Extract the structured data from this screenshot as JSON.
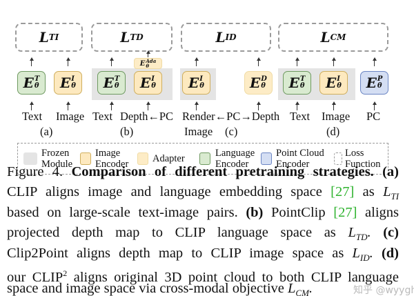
{
  "losses": {
    "a": "L",
    "a_sub": "TI",
    "b": "L",
    "b_sub": "TD",
    "c": "L",
    "c_sub": "ID",
    "d": "L",
    "d_sub": "CM"
  },
  "encoders": {
    "symbol": "E",
    "theta": "θ",
    "T": "T",
    "I": "I",
    "D": "D",
    "P": "P",
    "ada": "Ada"
  },
  "inputs": {
    "text": "Text",
    "image": "Image",
    "depth_pc": "Depth←PC",
    "render": "Render←PC→Depth",
    "render_image": "Image",
    "pc": "PC"
  },
  "panel_labels": [
    "(a)",
    "(b)",
    "(c)",
    "(d)"
  ],
  "legend": [
    {
      "l1": "Frozen",
      "l2": "Module",
      "color": "#e4e4e4"
    },
    {
      "l1": "Image",
      "l2": "Encoder",
      "color": "#fde9bf"
    },
    {
      "l1": "Adapter",
      "l2": "",
      "color": "#fdecc6"
    },
    {
      "l1": "Language",
      "l2": "Encoder",
      "color": "#d9ead0"
    },
    {
      "l1": "Point Cloud",
      "l2": "Encoder",
      "color": "#d4def3"
    },
    {
      "l1": "Loss",
      "l2": "Function",
      "color": "#ffffff"
    }
  ],
  "caption": {
    "l1a": "Figure 4.",
    "l1b": "Comparison of different pretraining strategies.",
    "l1c": "(a)",
    "l2a": "CLIP aligns image and language embedding space",
    "cite": "[27]",
    "l2b": "as",
    "l2m": "L",
    "l2s": "TI",
    "l3a": "based on large-scale text-image pairs.",
    "l3b": "(b)",
    "l3c": "PointClip",
    "l3d": "aligns",
    "l4a": "projected depth map to CLIP language space as",
    "l4m": "L",
    "l4s": "TD",
    "l4b": "(c)",
    "l5a": "Clip2Point aligns depth map to CLIP image space as",
    "l5m": "L",
    "l5s": "ID",
    "l5b": "(d)",
    "l6a": "our CLIP",
    "l6sup": "2",
    "l6b": "aligns original 3D point cloud to both CLIP language",
    "l7a": "space and image space via cross-modal objective",
    "l7m": "L",
    "l7s": "CM"
  },
  "watermark": "知乎 @wyygh"
}
